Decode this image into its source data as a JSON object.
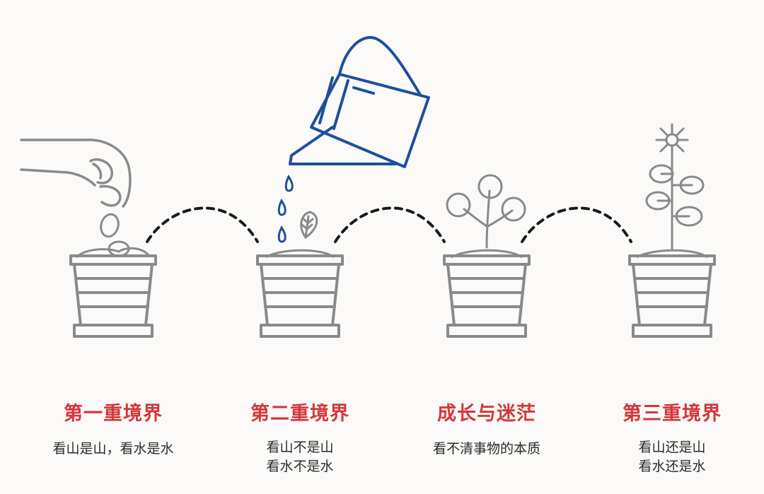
{
  "colors": {
    "background": "#fbfaf8",
    "sketch": "#8a8a8a",
    "watering_can": "#1f4e9c",
    "title": "#d4373b",
    "text": "#2b2b2b"
  },
  "stages": [
    {
      "title": "第一重境界",
      "lines": [
        "看山是山，看水是水"
      ]
    },
    {
      "title": "第二重境界",
      "lines": [
        "看山不是山",
        "看水不是水"
      ]
    },
    {
      "title": "成长与迷茫",
      "lines": [
        "看不清事物的本质"
      ]
    },
    {
      "title": "第三重境界",
      "lines": [
        "看山还是山",
        "看水还是水"
      ]
    }
  ]
}
